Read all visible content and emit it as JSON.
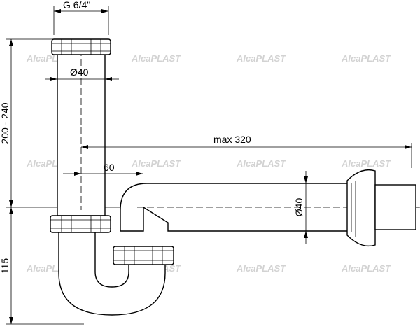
{
  "labels": {
    "thread": "G 6/4\"",
    "diameter_vertical": "Ø40",
    "diameter_horizontal": "Ø40",
    "max_length": "max 320",
    "offset": "60",
    "height_range": "200 - 240",
    "height_lower": "115"
  },
  "watermark": {
    "text": "AlcaPLAST"
  },
  "colors": {
    "line": "#000000",
    "watermark": "#d2d2d2",
    "background": "#ffffff"
  }
}
